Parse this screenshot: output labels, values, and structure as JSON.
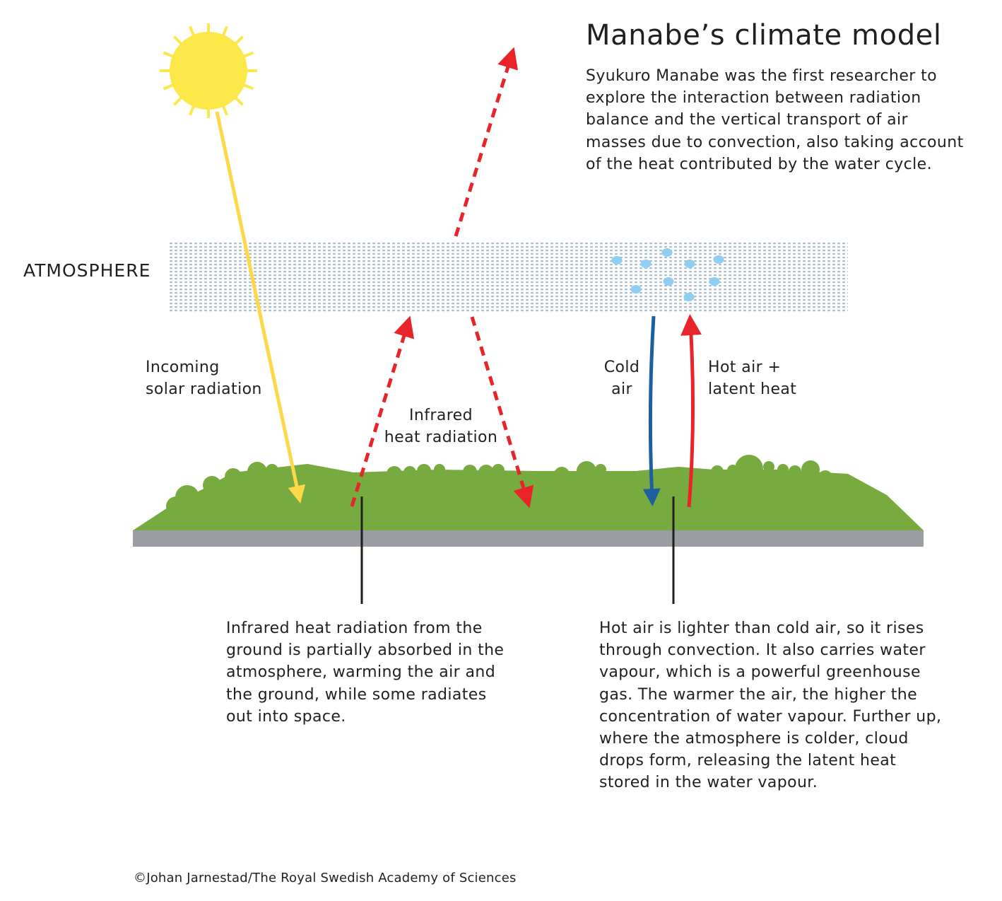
{
  "title": "Manabe’s climate model",
  "intro": "Syukuro Manabe was the first researcher to\nexplore the interaction between radiation\nbalance and the vertical transport of air\nmasses due to convection, also taking account\nof the heat contributed by the water cycle.",
  "atmosphere_label": "ATMOSPHERE",
  "labels": {
    "solar": "Incoming\nsolar radiation",
    "infrared": "Infrared\nheat radiation",
    "cold_air": "Cold\nair",
    "hot_air": "Hot air +\nlatent heat"
  },
  "descriptions": {
    "infrared": "Infrared heat radiation from the\nground is partially absorbed in the\natmosphere, warming the air and\nthe ground, while some radiates\nout into space.",
    "convection": "Hot air is lighter than cold air, so it rises\nthrough convection. It also carries water\nvapour, which is a powerful greenhouse\ngas. The warmer the air, the higher the\nconcentration of water vapour. Further up,\nwhere the atmosphere is colder, cloud\ndrops form, releasing the latent heat\nstored in the water vapour."
  },
  "credit": "©Johan Jarnestad/The Royal Swedish Academy of Sciences",
  "colors": {
    "sun": "#fde84a",
    "sun_ray": "#fdd94a",
    "solar_arrow": "#fdd94a",
    "infrared_arrow": "#e8242a",
    "cold_arrow": "#1e5fa0",
    "hot_arrow": "#e8242a",
    "ground": "#78ab3f",
    "ground_base": "#9a9da2",
    "atmosphere_dots": "#a9bcc7",
    "droplets": "#8ecff2",
    "pointer_lines": "#231f20"
  }
}
